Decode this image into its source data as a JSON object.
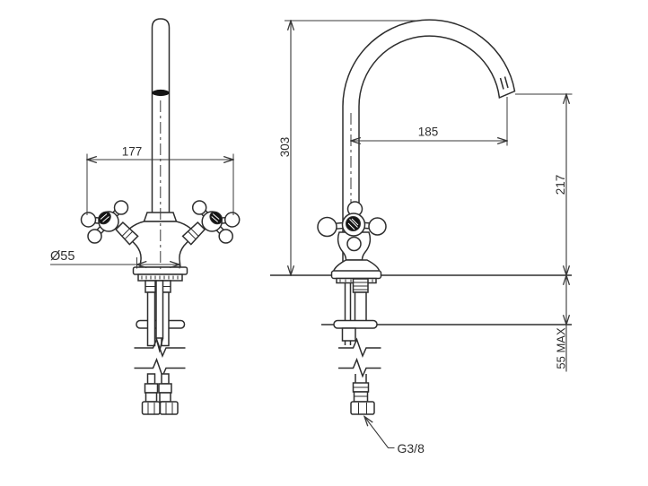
{
  "dimensions": {
    "front_width": "177",
    "base_diameter": "Ø55",
    "overall_height": "303",
    "spout_reach": "185",
    "spout_outlet_height": "217",
    "deck_thickness_max": "55 MAX",
    "connection_thread": "G3/8"
  },
  "colors": {
    "line": "#2e2e2e",
    "background": "#ffffff",
    "dark_fill": "#141414"
  }
}
